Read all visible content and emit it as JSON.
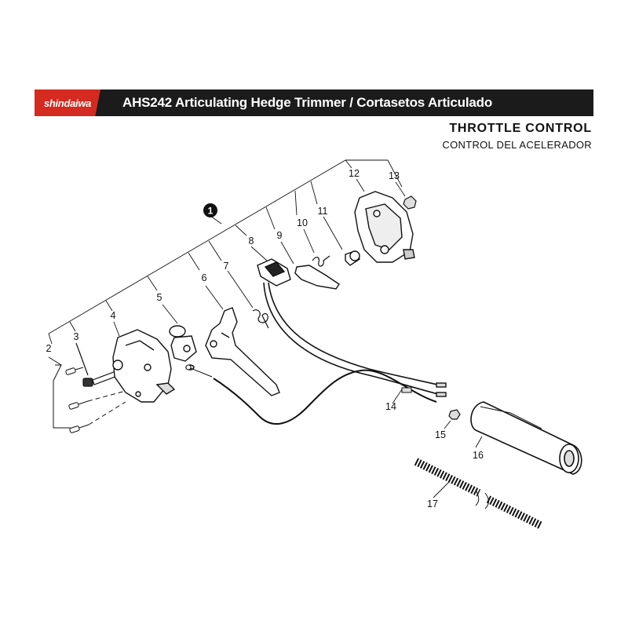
{
  "header": {
    "brand": "shindaiwa",
    "title": "AHS242 Articulating Hedge Trimmer / Cortasetos Articulado"
  },
  "section": {
    "title": "THROTTLE CONTROL",
    "subtitle": "CONTROL DEL ACELERADOR"
  },
  "colors": {
    "brand_red": "#d42a20",
    "banner_black": "#1b1b1b",
    "line": "#111111"
  },
  "callouts": {
    "assembly": "1",
    "p2": "2",
    "p3": "3",
    "p4": "4",
    "p5": "5",
    "p6": "6",
    "p7": "7",
    "p8": "8",
    "p9": "9",
    "p10": "10",
    "p11": "11",
    "p12": "12",
    "p13": "13",
    "p14": "14",
    "p15": "15",
    "p16": "16",
    "p17": "17"
  }
}
